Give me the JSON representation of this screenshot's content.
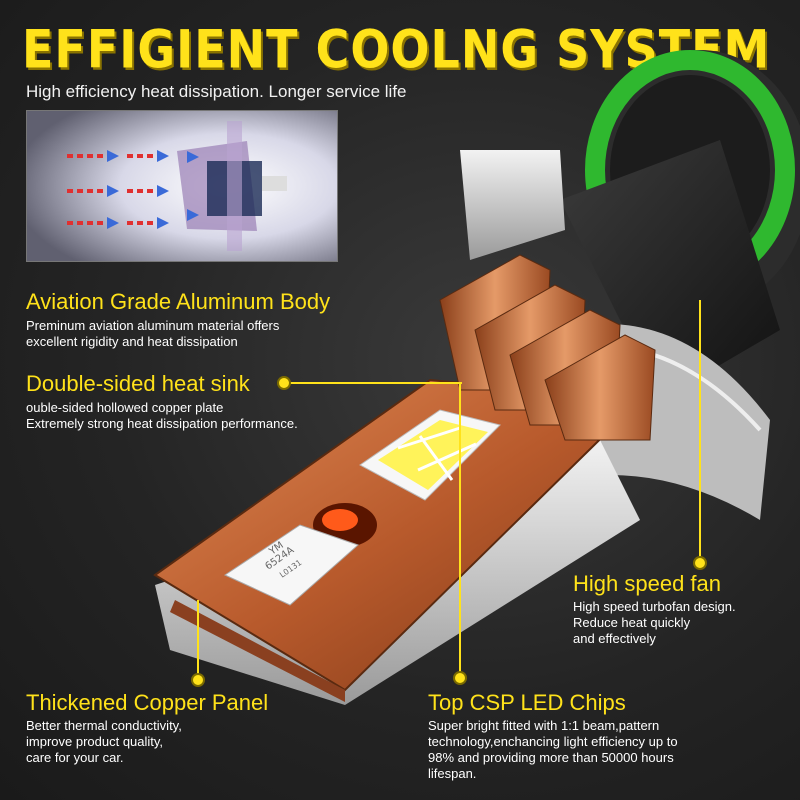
{
  "header": {
    "title": "EFFIGIENT COOLNG SYSTEM",
    "subtitle": "High efficiency heat dissipation. Longer service life"
  },
  "features": {
    "aluminum": {
      "title": "Aviation Grade Aluminum Body",
      "lines": [
        "Preminum aviation aluminum material offers",
        "excellent rigidity and heat dissipation"
      ]
    },
    "heatsink": {
      "title": "Double-sided heat sink",
      "lines": [
        "ouble-sided hollowed copper plate",
        "Extremely strong heat dissipation performance."
      ]
    },
    "fan": {
      "title": "High speed fan",
      "lines": [
        "High speed turbofan design.",
        "Reduce heat quickly",
        "and effectively"
      ]
    },
    "copper": {
      "title": "Thickened Copper Panel",
      "lines": [
        "Better thermal conductivity,",
        "improve product quality,",
        "care for your car."
      ]
    },
    "chips": {
      "title": "Top CSP LED Chips",
      "lines": [
        "Super bright fitted with 1:1 beam,pattern",
        "technology,enchancing light efficiency up to",
        "98% and providing more than 50000 hours",
        "lifespan."
      ]
    }
  },
  "chip_marking": [
    "YM",
    "6524A",
    "L0131"
  ],
  "colors": {
    "accent_yellow": "#ffe21a",
    "copper": "#c8693a",
    "fan_ring_green": "#2fb82f",
    "background": "#2a2a2a"
  }
}
